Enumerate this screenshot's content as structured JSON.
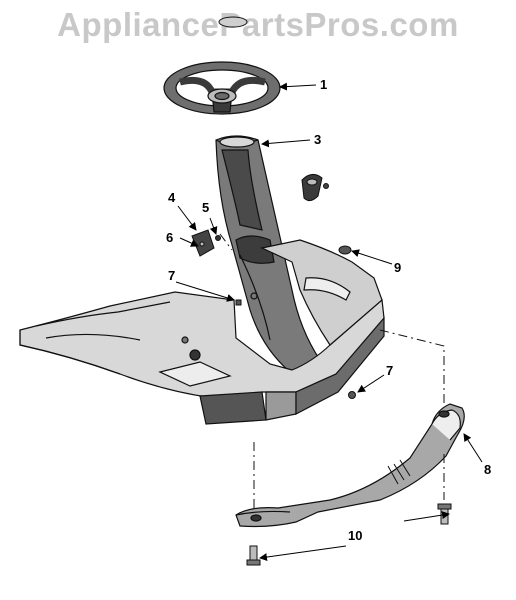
{
  "watermark": "AppliancePartsPros.com",
  "callouts": {
    "c1": "1",
    "c3": "3",
    "c4": "4",
    "c5": "5",
    "c6": "6",
    "c7a": "7",
    "c7b": "7",
    "c8": "8",
    "c9": "9",
    "c10": "10"
  }
}
